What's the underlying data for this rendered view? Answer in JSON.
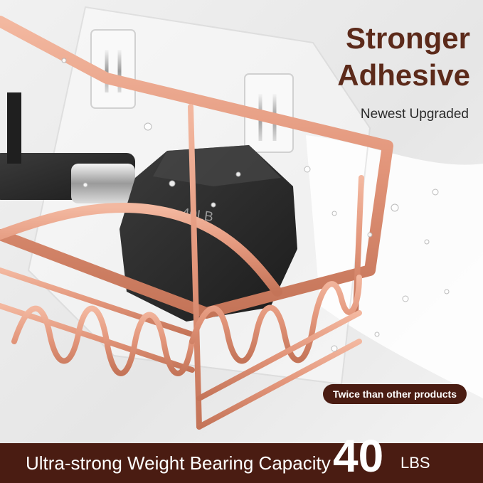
{
  "headline": {
    "line1": "Stronger",
    "line2": "Adhesive",
    "subtitle": "Newest Upgraded"
  },
  "badge": {
    "text": "Twice than other products"
  },
  "banner": {
    "text": "Ultra-strong Weight Bearing Capacity",
    "number": "40",
    "unit": "LBS"
  },
  "dumbbell": {
    "label": "40LB"
  },
  "colors": {
    "brand_dark": "#4a1c12",
    "rose_gold": "#e2957a",
    "dumbbell": "#2a2a2a"
  },
  "icons": [
    "adhesive-hook-icon",
    "water-droplet-icon"
  ]
}
